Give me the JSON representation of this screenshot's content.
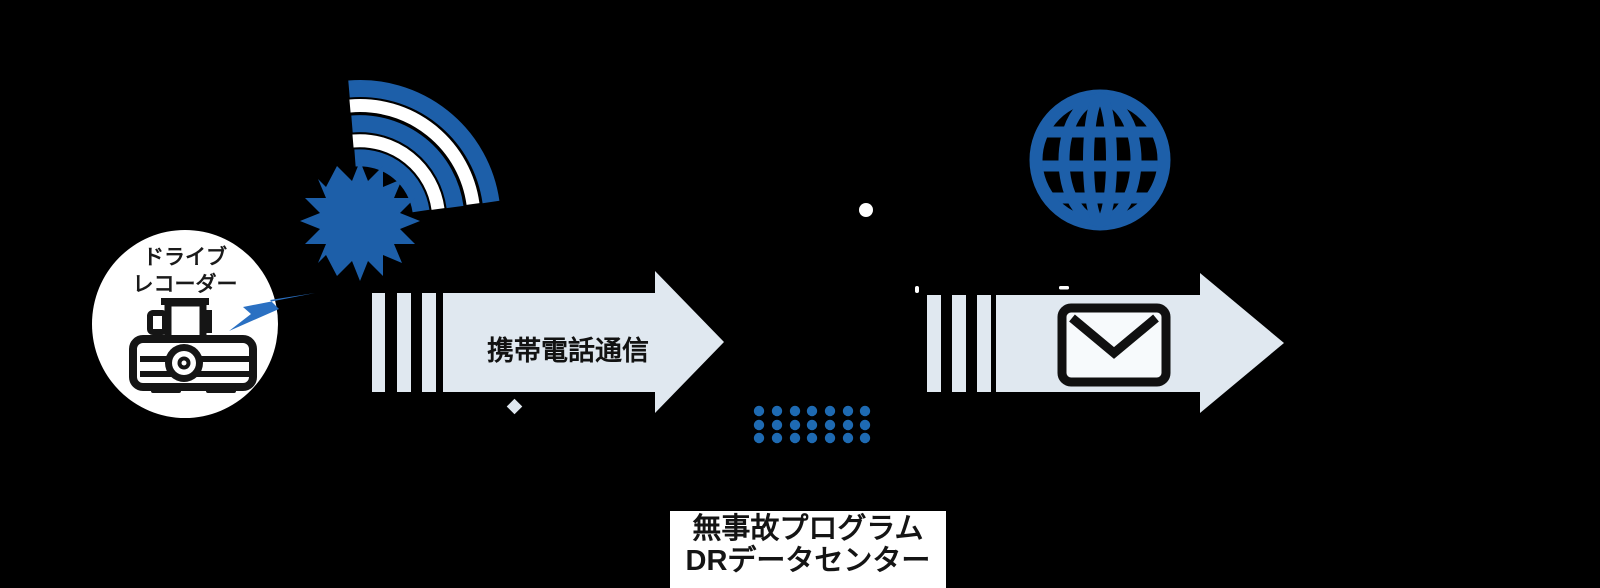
{
  "diagram": {
    "title_context": "drive-recorder data flow diagram",
    "colors": {
      "background": "#000000",
      "accent_blue": "#1d5fa9",
      "dots_blue": "#1e6ab2",
      "bolt_blue": "#2a70c2",
      "arrow_fill": "#e0e8f0",
      "panel_white": "#ffffff",
      "icon_black": "#151515"
    },
    "recorder": {
      "label_line1": "ドライブ",
      "label_line2": "レコーダー",
      "icons": [
        "dashcam-icon",
        "lightning-bolt-icon",
        "impact-burst-icon",
        "signal-waves-icon"
      ]
    },
    "arrow1": {
      "label": "携帯電話通信"
    },
    "arrow2": {
      "icon": "email-icon"
    },
    "internet": {
      "icon": "globe-icon"
    },
    "server": {
      "icon": "server-led-dots",
      "led_rows": 3,
      "led_columns": 7
    },
    "datacenter_box": {
      "line1": "無事故プログラム",
      "line2": "DRデータセンター"
    }
  }
}
